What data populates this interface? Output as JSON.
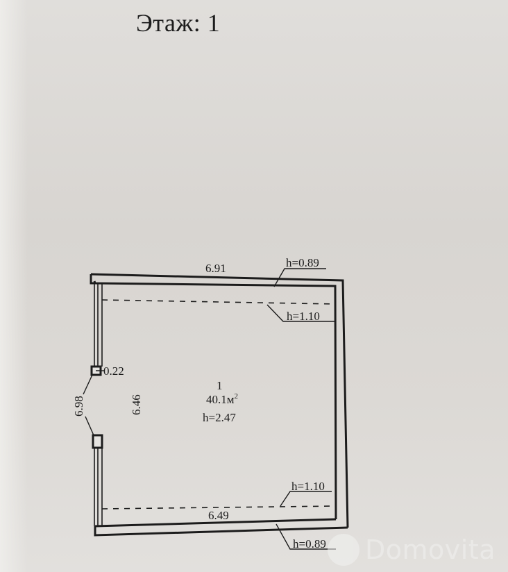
{
  "document": {
    "title": "Этаж: 1",
    "background_color": "#dcd9d5",
    "ink_color": "#1c1c1c"
  },
  "room": {
    "number": "1",
    "area": "40.1м",
    "area_superscript": "2",
    "ceiling_height": "h=2.47"
  },
  "dimensions": {
    "top_wall_length": "6.91",
    "bottom_wall_length": "6.49",
    "left_outer_length": "6.98",
    "left_inner_length": "6.46",
    "column_size": "0.22"
  },
  "height_labels": {
    "top_outer": "h=0.89",
    "top_inner_dashed": "h=1.10",
    "bottom_inner_dashed": "h=1.10",
    "bottom_outer": "h=0.89"
  },
  "watermark": {
    "text": "Domovita"
  }
}
